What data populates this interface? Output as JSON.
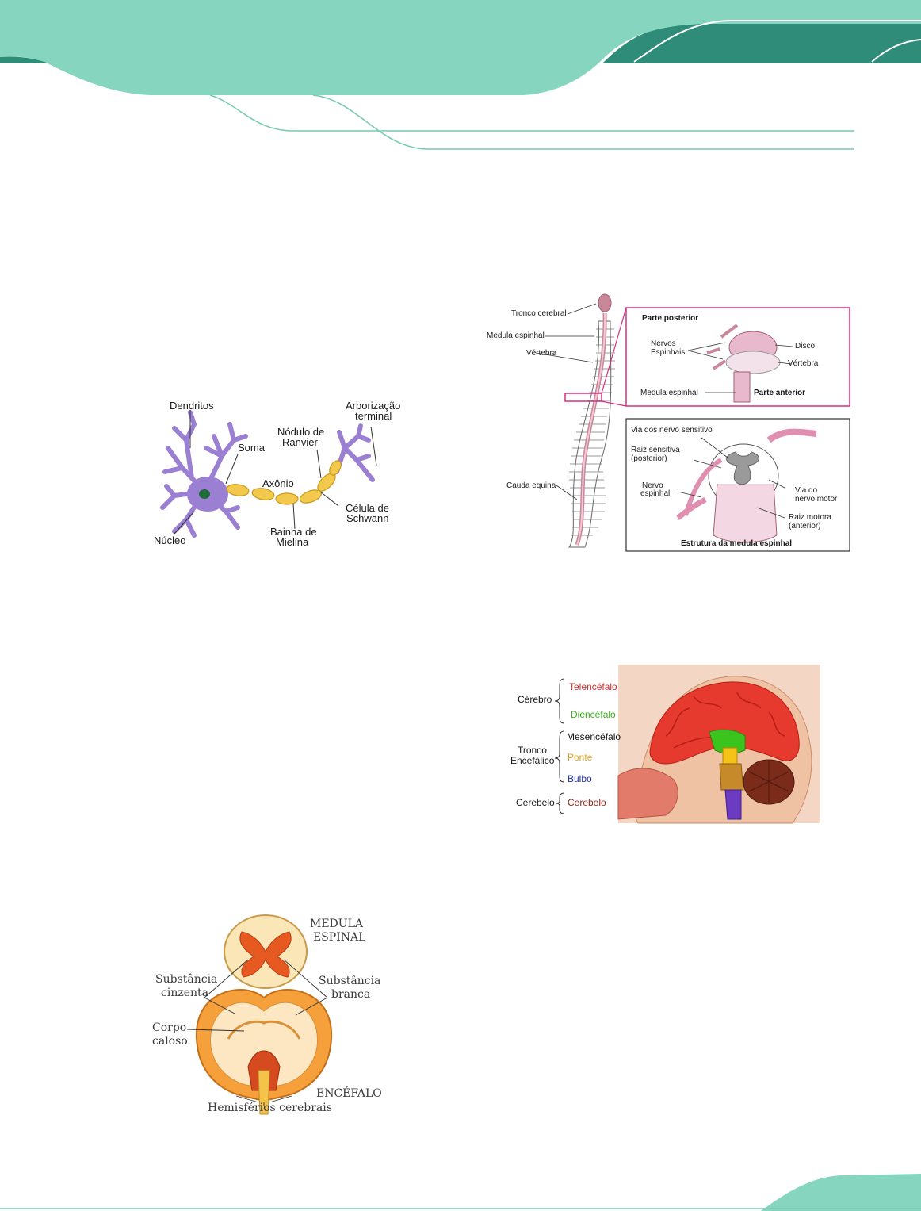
{
  "colors": {
    "header_light": "#86d6bf",
    "header_dark": "#2e8c78",
    "rule": "#76c9b3",
    "pink_frame": "#d62f7f",
    "telencefalo": "#d32a2a",
    "diencefalo": "#37b21a",
    "mesencefalo": "#111111",
    "ponte": "#e8a21c",
    "bulbo": "#2233b0",
    "cerebelo": "#8a2d1e"
  },
  "neuron": {
    "dendritos": "Dendritos",
    "arborizacao": "Arborização",
    "terminal": "terminal",
    "nodulo": "Nódulo de",
    "ranvier": "Ranvier",
    "soma": "Soma",
    "axonio": "Axônio",
    "celula": "Célula de",
    "schwann": "Schwann",
    "nucleo": "Núcleo",
    "bainha": "Bainha de",
    "mielina": "Mielina"
  },
  "spine": {
    "tronco": "Tronco cerebral",
    "medula": "Medula espinhal",
    "vertebra": "Vértebra",
    "cauda": "Cauda equina",
    "top_box": {
      "parte_posterior": "Parte  posterior",
      "nervos": "Nervos",
      "espinhais": "Espinhais",
      "disco": "Disco",
      "vertebra": "Vértebra",
      "medula": "Medula espinhal",
      "parte_anterior": "Parte anterior"
    },
    "bottom_box": {
      "via_sensitivo": "Via dos nervo sensitivo",
      "raiz_sensitiva": "Raiz sensitiva",
      "posterior": "(posterior)",
      "nervo": "Nervo",
      "espinhal": "espinhal",
      "via_do": "Via do",
      "nervo_motor": "nervo motor",
      "raiz_motora": "Raiz motora",
      "anterior": "(anterior)",
      "title": "Estrutura da medula espinhal"
    }
  },
  "brain": {
    "cerebro": "Cérebro",
    "tronco": "Tronco",
    "encefalico": "Encefálico",
    "cerebelo_group": "Cerebelo",
    "telencefalo": "Telencéfalo",
    "diencefalo": "Diencéfalo",
    "mesencefalo": "Mesencéfalo",
    "ponte": "Ponte",
    "bulbo": "Bulbo",
    "cerebelo": "Cerebelo"
  },
  "cns": {
    "medula": "MEDULA",
    "espinal": "ESPINAL",
    "substancia": "Substância",
    "cinzenta": "cinzenta",
    "substancia2": "Substância",
    "branca": "branca",
    "corpo": "Corpo",
    "caloso": "caloso",
    "encefalo": "ENCÉFALO",
    "hemisferios": "Hemisférios cerebrais"
  }
}
